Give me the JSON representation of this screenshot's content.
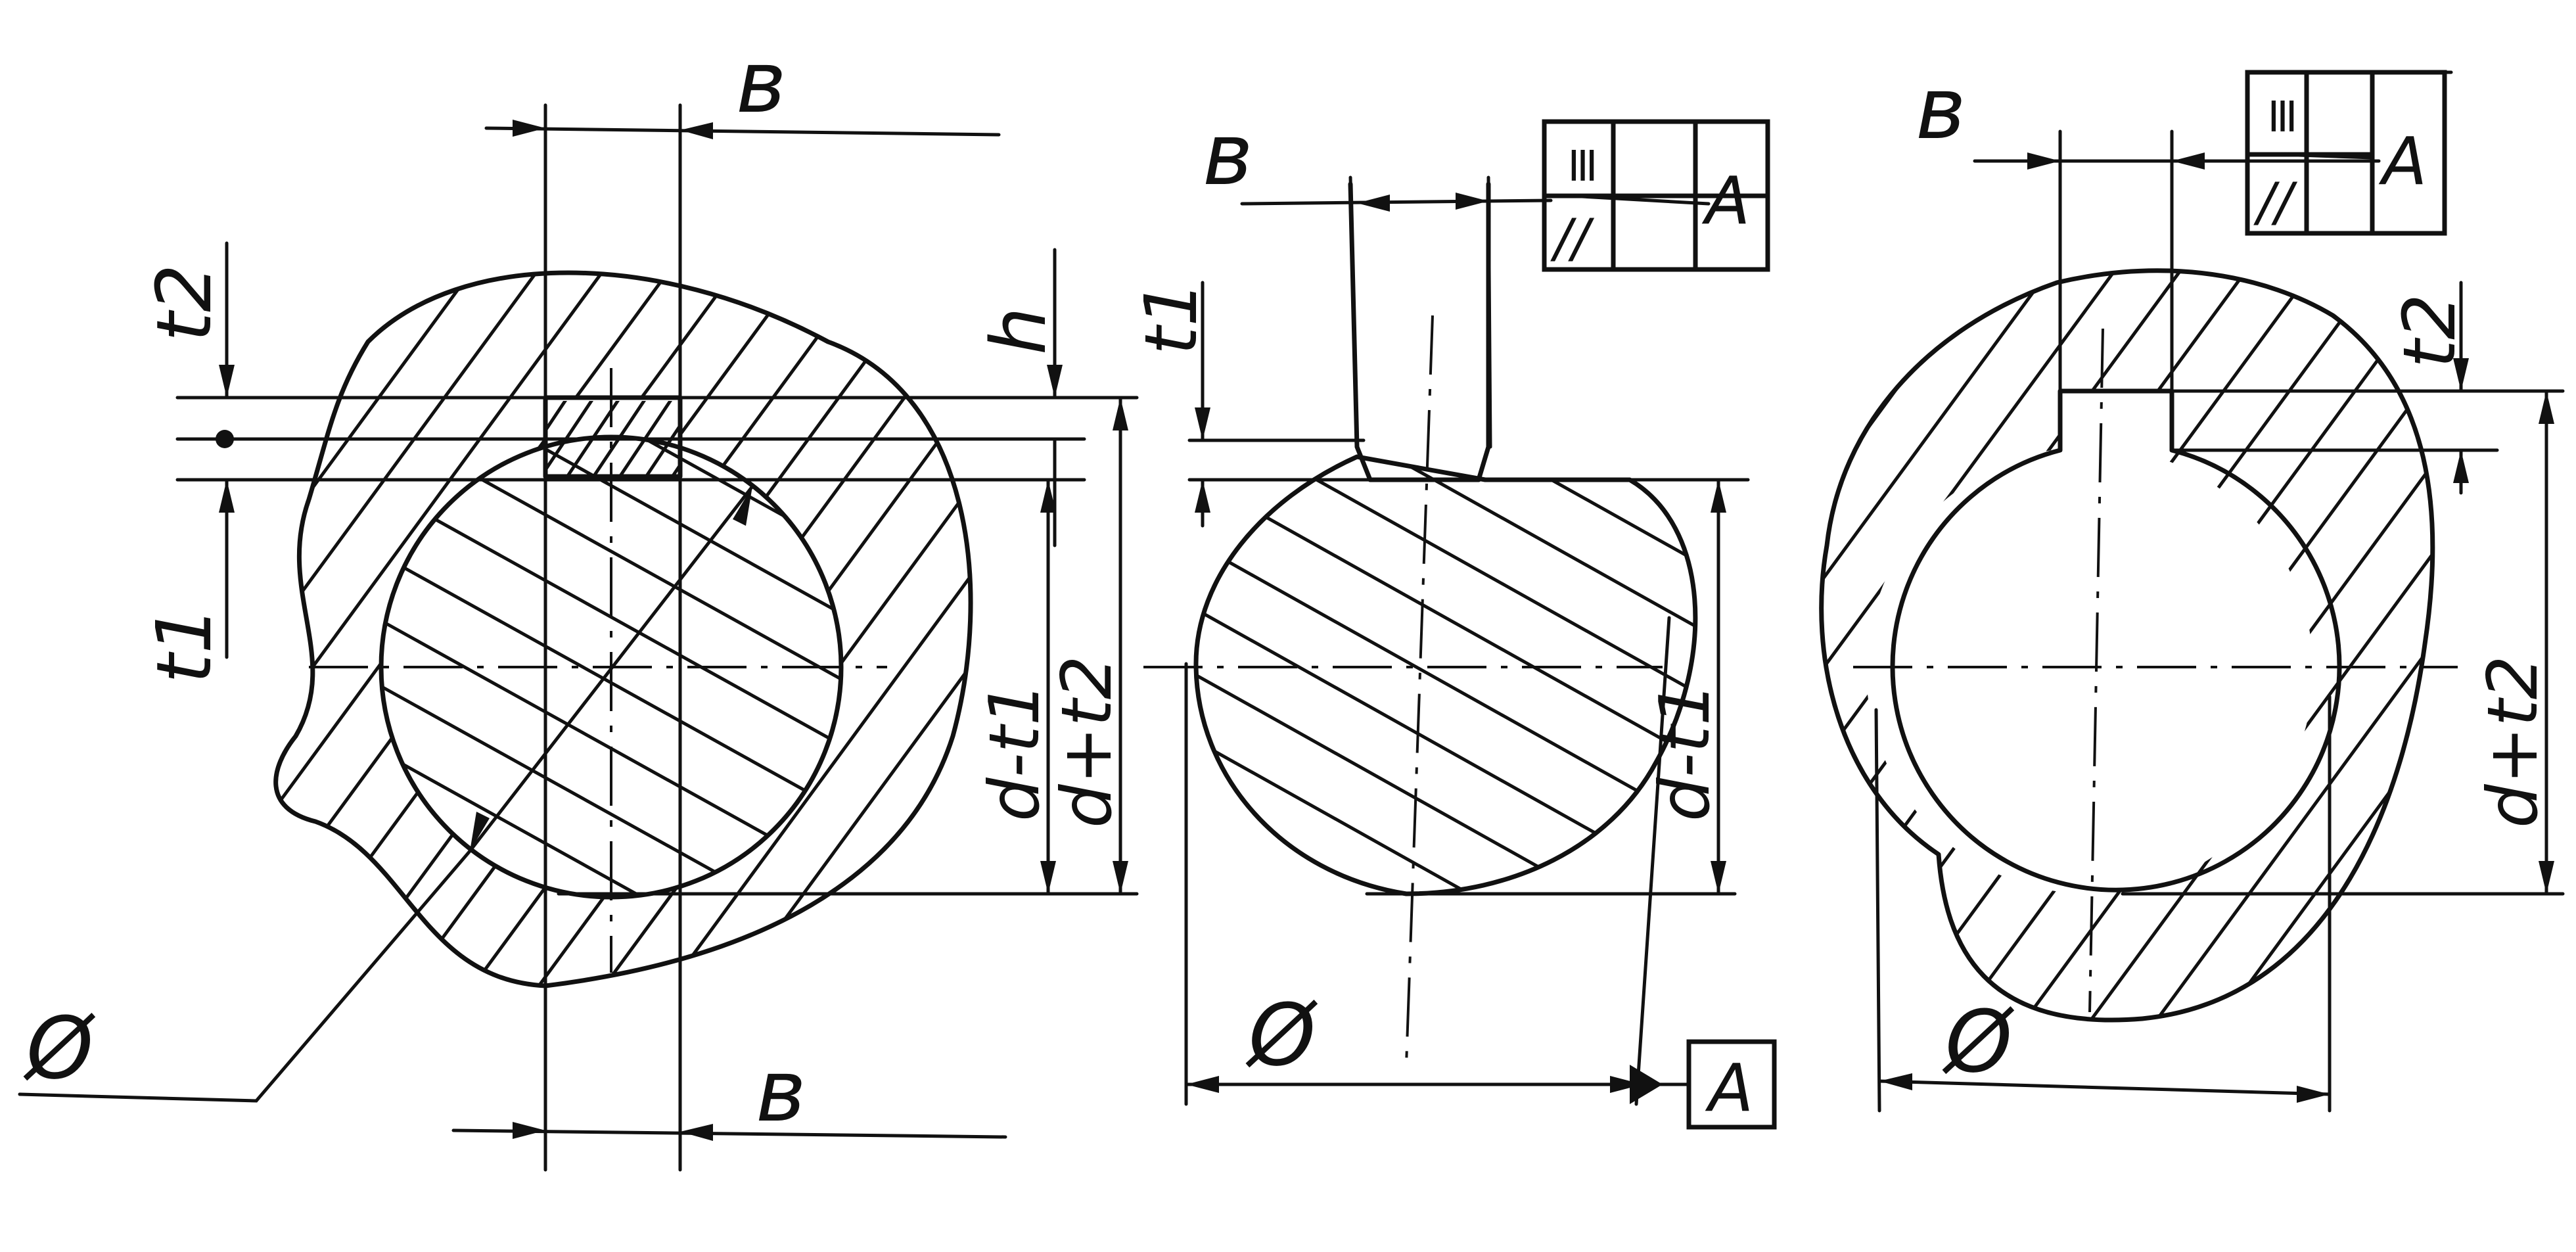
{
  "labels": {
    "b": "в",
    "t1": "t1",
    "t2": "t2",
    "h": "h",
    "diameter": "Ø",
    "d_minus_t1": "d-t1",
    "d_plus_t2": "d+t2",
    "datum": "A",
    "frame_symbol_symmetry": "≡",
    "frame_symbol_parallel": "//"
  },
  "colors": {
    "ink": "#111111",
    "paper": "#ffffff"
  }
}
